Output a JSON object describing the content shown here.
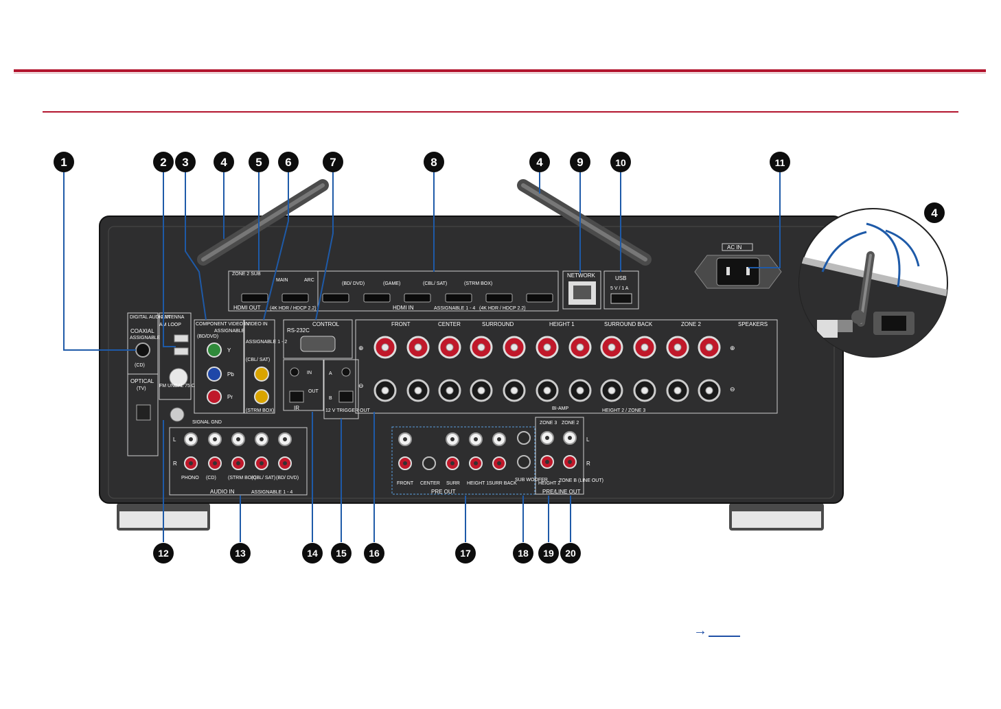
{
  "colors": {
    "accent": "#b2142d",
    "panel": "#2e2e2f",
    "callout": "#0d0d0d",
    "leader": "#1e5aa8",
    "rca_red": "#c0182a",
    "rca_white": "#f2f2f2",
    "gold": "#d9a400",
    "green": "#2f8a3a",
    "blue": "#1f47a8"
  },
  "callouts": [
    "1",
    "2",
    "3",
    "4",
    "5",
    "6",
    "7",
    "8",
    "4",
    "9",
    "10",
    "11",
    "4",
    "12",
    "13",
    "14",
    "15",
    "16",
    "17",
    "18",
    "19",
    "20"
  ],
  "labels": {
    "digital_audio_in": "DIGITAL AUDIO IN",
    "coaxial": "COAXIAL",
    "assignable": "ASSIGNABLE",
    "cd": "(CD)",
    "optical": "OPTICAL",
    "tv": "(TV)",
    "antenna": "ANTENNA",
    "am_loop": "AM LOOP",
    "fm_unbal": "FM UNBAL 75 Ω",
    "component_video_in": "COMPONENT VIDEO IN",
    "bd_dvd": "(BD/DVD)",
    "y": "Y",
    "pb": "Pb",
    "pr": "Pr",
    "video_in": "VIDEO IN",
    "assignable_12": "ASSIGNABLE 1 - 2",
    "cbl_sat": "(CBL/ SAT)",
    "strm_box": "(STRM BOX)",
    "zone2_sub": "ZONE 2 SUB",
    "main": "MAIN",
    "arc": "ARC",
    "hdmi_out": "HDMI OUT",
    "hdcp_out": "(4K HDR / HDCP 2.2)",
    "hdmi_in": "HDMI IN",
    "assignable_14": "ASSIGNABLE 1 - 4",
    "hdcp_in": "(4K HDR / HDCP 2.2)",
    "hdmi_in_sources": [
      "(BD/ DVD)",
      "(GAME)",
      "(CBL/ SAT)",
      "(STRM BOX)"
    ],
    "network": "NETWORK",
    "usb": "USB",
    "usb_rating": "5 V / 1 A",
    "ac_in": "AC IN",
    "rs232c": "RS-232C",
    "control": "CONTROL",
    "ir_in": "IN",
    "ir_out": "OUT",
    "ir": "IR",
    "trigger_a": "A",
    "trigger_b": "B",
    "trigger": "12 V TRIGGER OUT",
    "speakers": "SPEAKERS",
    "speaker_groups": [
      "FRONT",
      "CENTER",
      "SURROUND",
      "HEIGHT 1",
      "SURROUND BACK",
      "ZONE 2"
    ],
    "bi_amp": "BI-AMP",
    "height2_zone3": "HEIGHT 2 / ZONE 3",
    "signal_gnd": "SIGNAL GND",
    "audio_in": "AUDIO IN",
    "audio_in_sources": [
      "PHONO",
      "(CD)",
      "(STRM BOX)",
      "(CBL/ SAT)",
      "(BD/ DVD)"
    ],
    "pre_out": "PRE OUT",
    "pre_out_channels": [
      "FRONT",
      "CENTER",
      "SURR",
      "HEIGHT 1",
      "SURR BACK"
    ],
    "subwoofer": "SUB WOOFER",
    "height2": "HEIGHT 2",
    "zone3": "ZONE 3",
    "zone2": "ZONE 2",
    "zone_b": "ZONE B (LINE OUT)",
    "preline_out": "PRE/LINE OUT",
    "l": "L",
    "r": "R",
    "plus": "⊕",
    "minus": "⊖"
  },
  "page_link_arrow": "→"
}
